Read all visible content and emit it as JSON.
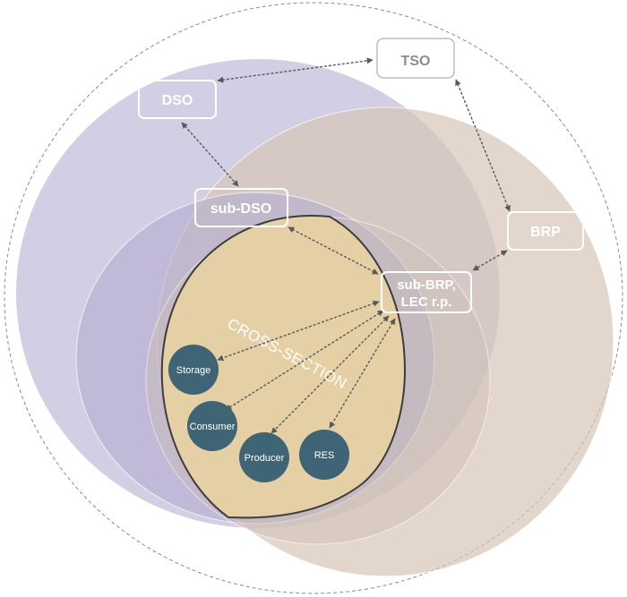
{
  "boxes": {
    "tso": "TSO",
    "dso": "DSO",
    "sub_dso": "sub-DSO",
    "brp": "BRP",
    "sub_brp_line1": "sub-BRP,",
    "sub_brp_line2": "LEC r.p."
  },
  "cross_section_label": "CROSS-SECTION",
  "nodes": {
    "storage": "Storage",
    "consumer": "Consumer",
    "producer": "Producer",
    "res": "RES"
  },
  "colors": {
    "dso_region": "#c3bdd9",
    "brp_region": "#d8c6b9",
    "cross_section": "#e9d3a2",
    "node_fill": "#3f6475",
    "box_stroke": "#ffffff",
    "tso_text": "#8c8c8c",
    "arrow": "#595959"
  }
}
